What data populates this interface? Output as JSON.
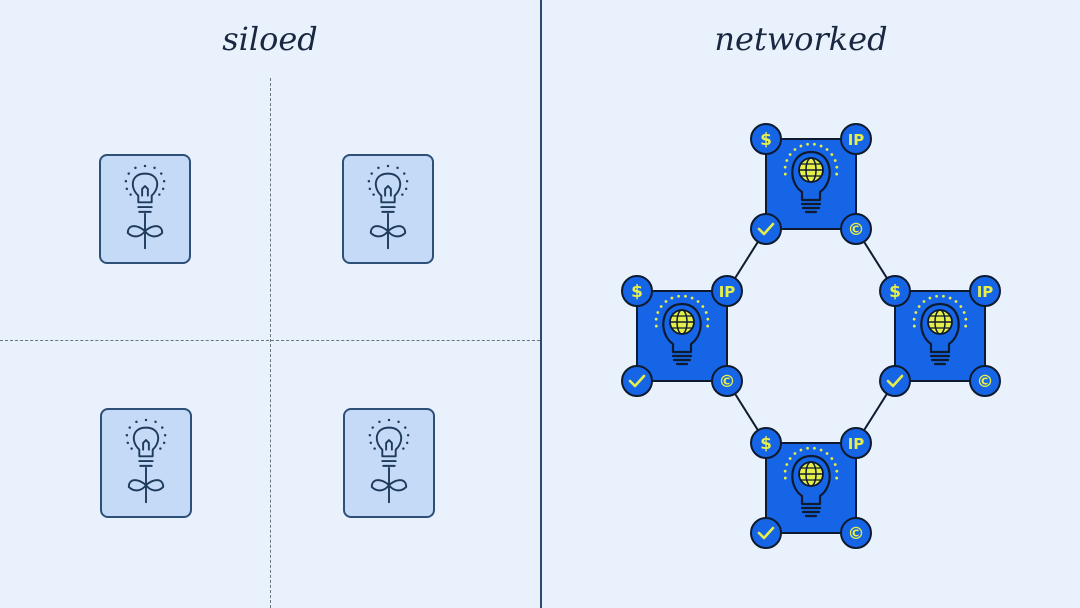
{
  "panels": {
    "siloed": {
      "title": "siloed"
    },
    "networked": {
      "title": "networked"
    }
  },
  "badges": {
    "dollar": "$",
    "ip": "IP",
    "copyright": "©"
  },
  "colors": {
    "background": "#e9f2fc",
    "silo_card": "#c5daf6",
    "silo_stroke": "#2e4f78",
    "node_blue": "#1565e6",
    "node_stroke": "#0e1a2e",
    "accent_yellow": "#e6ee4a"
  },
  "icons": {
    "silo_card_icon": "lightbulb-sprout-icon",
    "network_node_icon": "lightbulb-globe-icon",
    "badges": [
      "dollar-icon",
      "ip-icon",
      "check-icon",
      "copyright-icon"
    ]
  }
}
